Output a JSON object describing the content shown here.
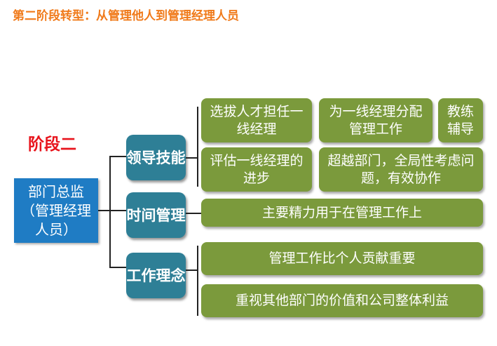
{
  "title": "第二阶段转型：从管理他人到管理经理人员",
  "stage_label": "阶段二",
  "root": "部门总监（管理经理人员）",
  "categories": [
    {
      "label": "领导技能",
      "items": [
        "选拔人才担任一线经理",
        "为一线经理分配管理工作",
        "教练辅导",
        "评估一线经理的进步",
        "超越部门，全局性考虑问题，有效协作"
      ]
    },
    {
      "label": "时间管理",
      "items": [
        "主要精力用于在管理工作上"
      ]
    },
    {
      "label": "工作理念",
      "items": [
        "管理工作比个人贡献重要",
        "重视其他部门的价值和公司整体利益"
      ]
    }
  ],
  "colors": {
    "title": "#f07a1a",
    "stage": "#e8141c",
    "root": "#1f7cc4",
    "category": "#2e7f96",
    "item": "#7b9a3c"
  }
}
